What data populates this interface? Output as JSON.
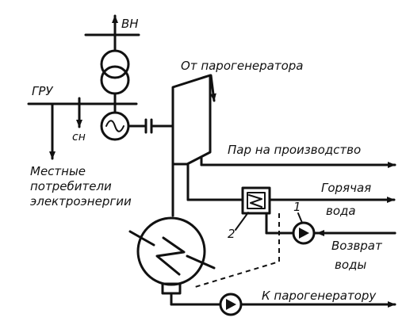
{
  "labels": {
    "vn": "ВН",
    "gru": "ГРУ",
    "sn": "сн",
    "local_consumers": [
      "Местные",
      "потребители",
      "электроэнергии"
    ],
    "from_steam_gen": "От парогенератора",
    "steam_production": "Пар на производство",
    "hot_water": [
      "Горячая",
      "вода"
    ],
    "return_water": [
      "Возврат",
      "воды"
    ],
    "to_steam_gen": "К парогенератору",
    "num_1": "1",
    "num_2": "2"
  },
  "colors": {
    "ink": "#111111",
    "background": "#ffffff"
  }
}
